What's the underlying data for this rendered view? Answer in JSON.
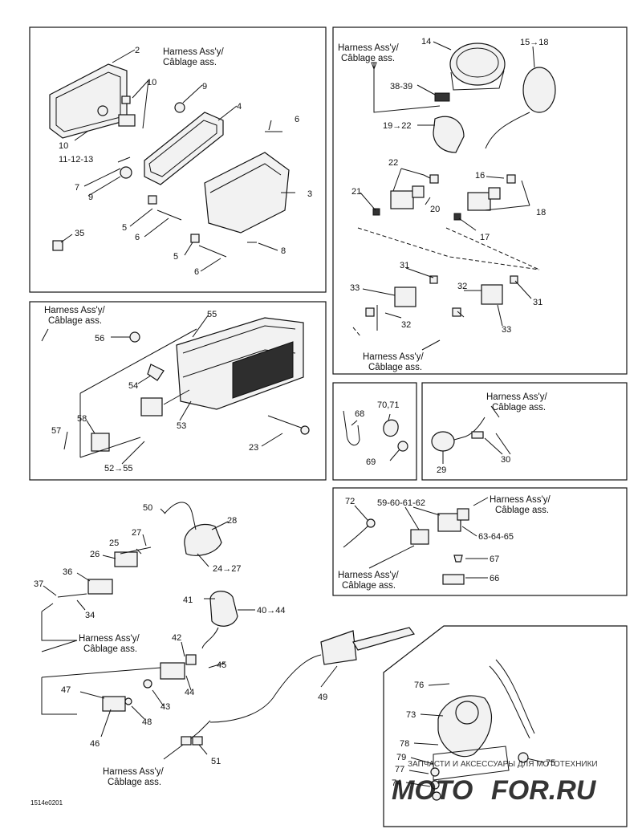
{
  "harness_label": {
    "line1": "Harness Ass'y/",
    "line2": "Câblage ass."
  },
  "parts": {
    "p2": "2",
    "p3": "3",
    "p4": "4",
    "p5a": "5",
    "p5b": "5",
    "p6a": "6",
    "p6b": "6",
    "p6c": "6",
    "p7": "7",
    "p8": "8",
    "p9a": "9",
    "p9b": "9",
    "p10a": "10",
    "p10b": "10",
    "p11_13": "11-12-13",
    "p14": "14",
    "p15_18": "15→18",
    "p16": "16",
    "p17": "17",
    "p18": "18",
    "p19_22": "19→22",
    "p20": "20",
    "p21": "21",
    "p22": "22",
    "p23": "23",
    "p24_27": "24→27",
    "p25": "25",
    "p26": "26",
    "p27": "27",
    "p28": "28",
    "p29": "29",
    "p30": "30",
    "p31a": "31",
    "p31b": "31",
    "p32a": "32",
    "p32b": "32",
    "p33a": "33",
    "p33b": "33",
    "p34": "34",
    "p35": "35",
    "p36": "36",
    "p37": "37",
    "p38_39": "38-39",
    "p40_44": "40→44",
    "p41": "41",
    "p42": "42",
    "p43": "43",
    "p44": "44",
    "p45": "45",
    "p46": "46",
    "p47": "47",
    "p48": "48",
    "p49": "49",
    "p50": "50",
    "p51": "51",
    "p52_55": "52→55",
    "p53": "53",
    "p54": "54",
    "p55": "55",
    "p56": "56",
    "p57": "57",
    "p58": "58",
    "p59_62": "59-60-61-62",
    "p63_65": "63-64-65",
    "p66": "66",
    "p67": "67",
    "p68": "68",
    "p69": "69",
    "p70_71": "70,71",
    "p72": "72",
    "p73": "73",
    "p74": "74",
    "p75": "75",
    "p76": "76",
    "p77": "77",
    "p78": "78",
    "p79": "79"
  },
  "figure_code": "1514e0201",
  "watermark": {
    "subtitle": "ЗАПЧАСТИ И АКСЕССУАРЫ ДЛЯ МОТОТЕХНИКИ",
    "brand_left": "MOTO",
    "brand_right": "FOR.RU"
  },
  "colors": {
    "line": "#111111",
    "watermark_red": "#e53945",
    "watermark_gray": "#9a9a9a"
  }
}
